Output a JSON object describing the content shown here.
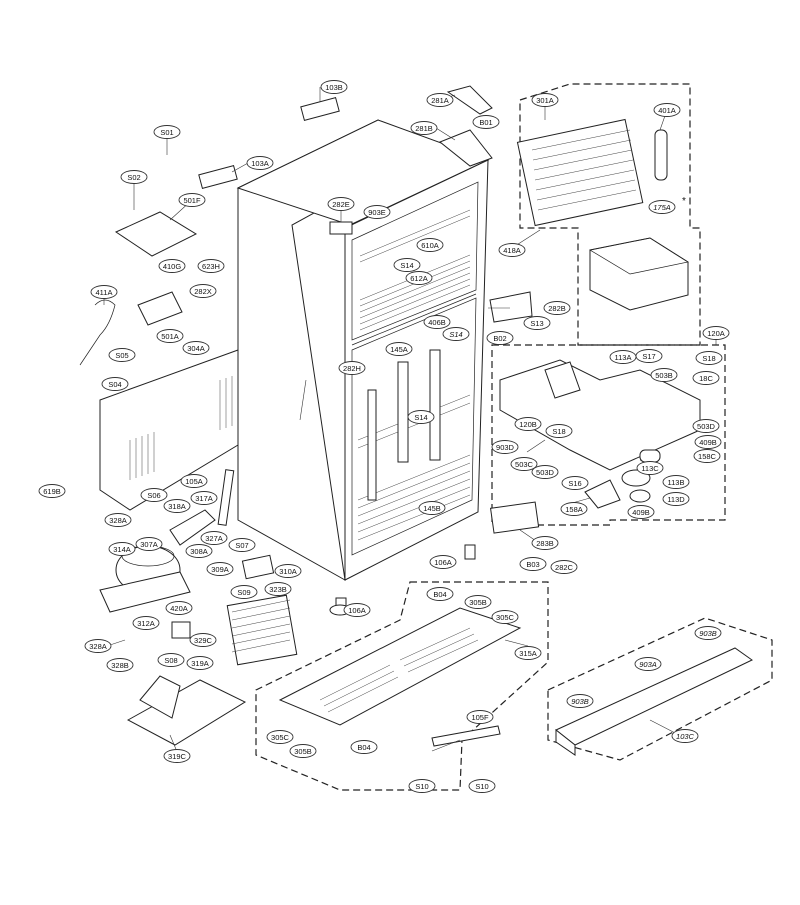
{
  "labels": [
    {
      "text": "103B"
    },
    {
      "text": "281A"
    },
    {
      "text": "301A"
    },
    {
      "text": "S01"
    },
    {
      "text": "281B"
    },
    {
      "text": "B01"
    },
    {
      "text": "401A"
    },
    {
      "text": "103A"
    },
    {
      "text": "S02"
    },
    {
      "text": "501F"
    },
    {
      "text": "282E"
    },
    {
      "text": "903E"
    },
    {
      "text": "175A"
    },
    {
      "text": "610A"
    },
    {
      "text": "418A"
    },
    {
      "text": "623H"
    },
    {
      "text": "410G"
    },
    {
      "text": "S14"
    },
    {
      "text": "612A"
    },
    {
      "text": "282X"
    },
    {
      "text": "411A"
    },
    {
      "text": "282B"
    },
    {
      "text": "406B"
    },
    {
      "text": "S13"
    },
    {
      "text": "501A"
    },
    {
      "text": "S14"
    },
    {
      "text": "120A"
    },
    {
      "text": "304A"
    },
    {
      "text": "B02"
    },
    {
      "text": "145A"
    },
    {
      "text": "S05"
    },
    {
      "text": "113A"
    },
    {
      "text": "S17"
    },
    {
      "text": "S18"
    },
    {
      "text": "282H"
    },
    {
      "text": "503B"
    },
    {
      "text": "18C"
    },
    {
      "text": "S04"
    },
    {
      "text": "120B"
    },
    {
      "text": "503D"
    },
    {
      "text": "S14"
    },
    {
      "text": "S18"
    },
    {
      "text": "409B"
    },
    {
      "text": "903D"
    },
    {
      "text": "158C"
    },
    {
      "text": "503C"
    },
    {
      "text": "503D"
    },
    {
      "text": "113C"
    },
    {
      "text": "105A"
    },
    {
      "text": "619B"
    },
    {
      "text": "S16"
    },
    {
      "text": "113B"
    },
    {
      "text": "S06"
    },
    {
      "text": "317A"
    },
    {
      "text": "113D"
    },
    {
      "text": "318A"
    },
    {
      "text": "145B"
    },
    {
      "text": "158A"
    },
    {
      "text": "409B"
    },
    {
      "text": "328A"
    },
    {
      "text": "327A"
    },
    {
      "text": "314A"
    },
    {
      "text": "307A"
    },
    {
      "text": "S07"
    },
    {
      "text": "283B"
    },
    {
      "text": "308A"
    },
    {
      "text": "106A"
    },
    {
      "text": "B03"
    },
    {
      "text": "282C"
    },
    {
      "text": "309A"
    },
    {
      "text": "310A"
    },
    {
      "text": "S09"
    },
    {
      "text": "323B"
    },
    {
      "text": "B04"
    },
    {
      "text": "305B"
    },
    {
      "text": "420A"
    },
    {
      "text": "106A"
    },
    {
      "text": "312A"
    },
    {
      "text": "305C"
    },
    {
      "text": "329C"
    },
    {
      "text": "903B"
    },
    {
      "text": "328A"
    },
    {
      "text": "315A"
    },
    {
      "text": "S08"
    },
    {
      "text": "903A"
    },
    {
      "text": "328B"
    },
    {
      "text": "319A"
    },
    {
      "text": "903B"
    },
    {
      "text": "105F"
    },
    {
      "text": "305C"
    },
    {
      "text": "103C"
    },
    {
      "text": "305B"
    },
    {
      "text": "B04"
    },
    {
      "text": "319C"
    },
    {
      "text": "S10"
    },
    {
      "text": "S10"
    }
  ],
  "star_mark": "*"
}
